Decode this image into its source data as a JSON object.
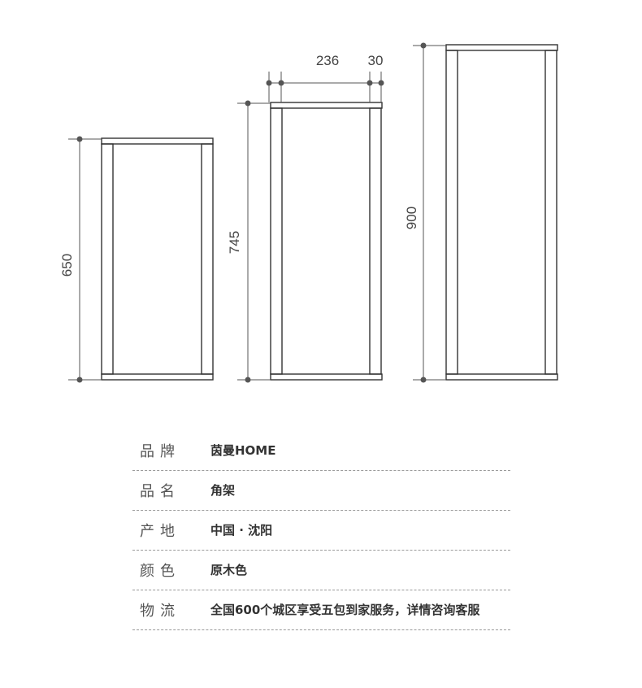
{
  "diagram": {
    "frames": [
      {
        "name": "frame-650",
        "height_label": "650"
      },
      {
        "name": "frame-745",
        "height_label": "745",
        "width_label": "236",
        "post_label": "30"
      },
      {
        "name": "frame-900",
        "height_label": "900"
      }
    ]
  },
  "specs": [
    {
      "label": "品牌",
      "value": "茵曼HOME"
    },
    {
      "label": "品名",
      "value": "角架"
    },
    {
      "label": "产地",
      "value": "中国 · 沈阳"
    },
    {
      "label": "颜色",
      "value": "原木色"
    },
    {
      "label": "物流",
      "value": "全国600个城区享受五包到家服务，详情咨询客服"
    }
  ],
  "colors": {
    "line": "#333333",
    "dash": "#9a9a9a",
    "text": "#333333"
  }
}
